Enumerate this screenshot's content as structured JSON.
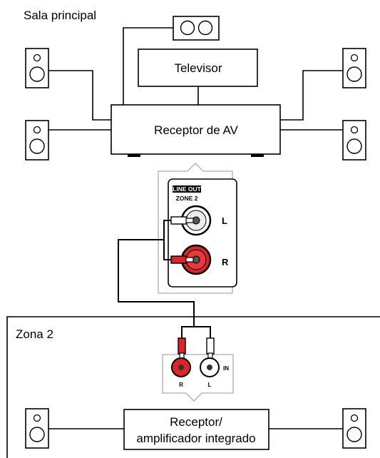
{
  "main_room": {
    "label": "Sala principal"
  },
  "tv": {
    "label": "Televisor"
  },
  "av_receiver": {
    "label": "Receptor de AV"
  },
  "line_out_panel": {
    "header": "LINE OUT",
    "zone": "ZONE 2",
    "left_label": "L",
    "right_label": "R"
  },
  "zone2": {
    "label": "Zona 2",
    "input_jacks": {
      "in_label": "IN",
      "right_label": "R",
      "left_label": "L"
    },
    "amplifier": {
      "line1": "Receptor/",
      "line2": "amplificador integrado"
    }
  },
  "colors": {
    "stroke": "#000000",
    "callout_border": "#bbbbbb",
    "rca_red": "#d8262a",
    "rca_white": "#ffffff",
    "panel_label_bg": "#000000"
  },
  "icons": [
    "speaker-icon",
    "center-speaker-icon",
    "rca-jack-icon",
    "rca-plug-icon"
  ]
}
